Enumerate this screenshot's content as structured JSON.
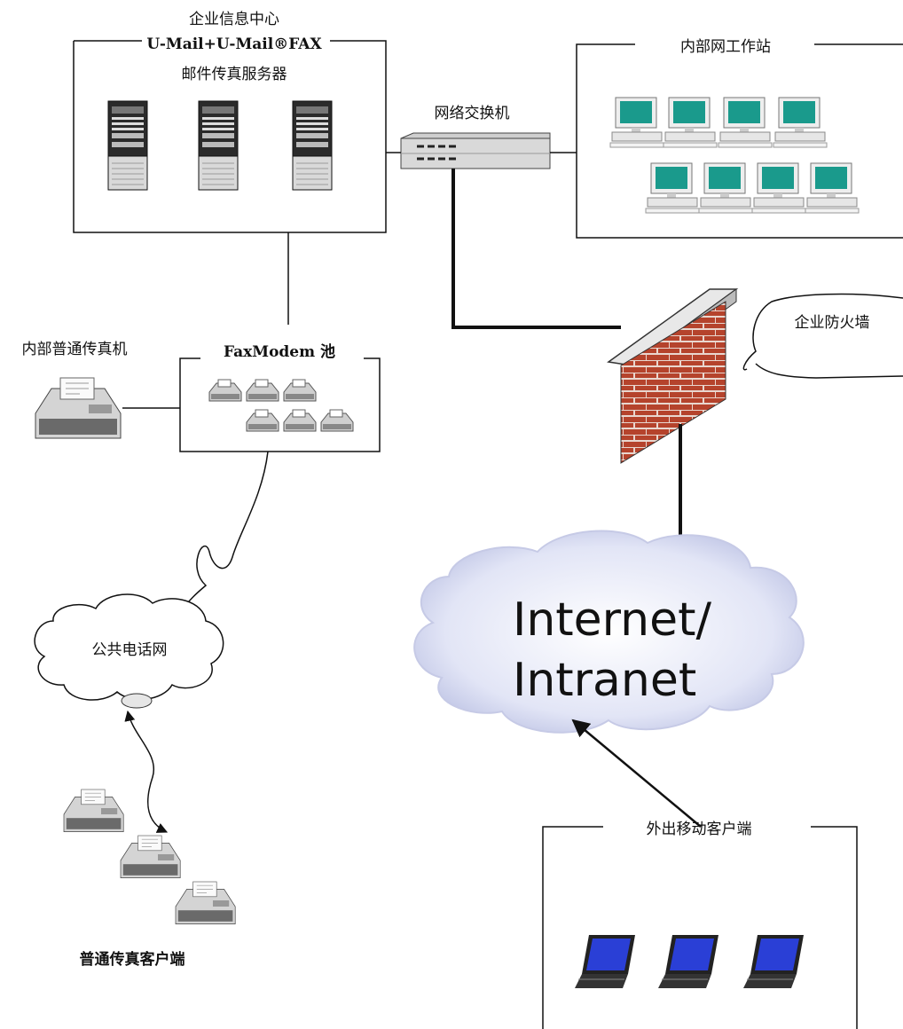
{
  "enterprise_center": {
    "title": "企业信息中心",
    "product": "U-Mail+U-Mail®FAX",
    "server_label": "邮件传真服务器"
  },
  "switch": {
    "label": "网络交换机"
  },
  "workstations": {
    "label": "内部网工作站"
  },
  "firewall": {
    "label": "企业防火墙"
  },
  "internal_fax": {
    "label": "内部普通传真机"
  },
  "faxmodem_pool": {
    "label": "FaxModem 池"
  },
  "pstn": {
    "label": "公共电话网"
  },
  "internet": {
    "line1": "Internet/",
    "line2": "Intranet"
  },
  "fax_clients": {
    "label": "普通传真客户端"
  },
  "mobile_clients": {
    "label": "外出移动客户端"
  },
  "colors": {
    "line": "#111111",
    "screen": "#1a9a8c",
    "laptop_screen": "#2a3fd6",
    "brick": "#b5432c",
    "cloud": "#d8dcf2"
  }
}
